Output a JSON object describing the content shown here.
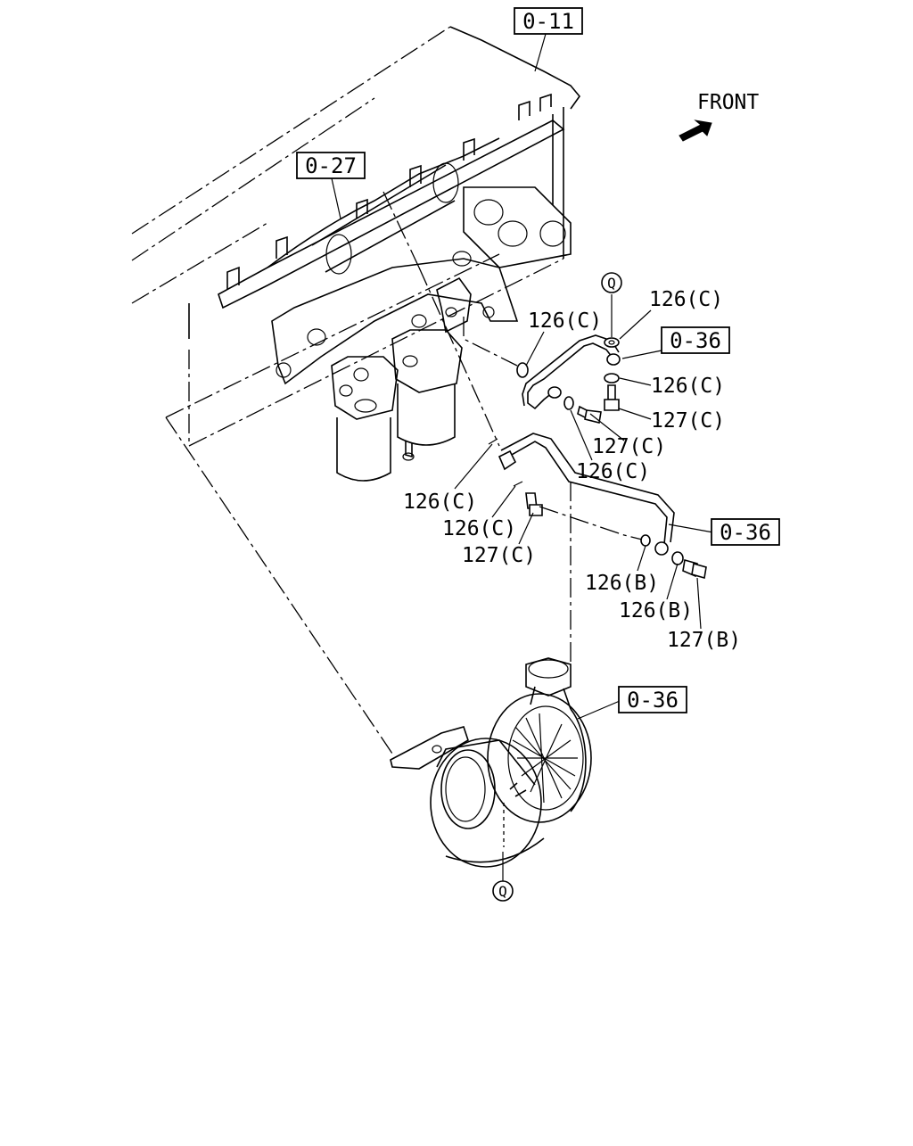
{
  "direction": {
    "text": "FRONT"
  },
  "refs": {
    "ref_0_11": "0-11",
    "ref_0_27": "0-27",
    "ref_0_36_a": "0-36",
    "ref_0_36_b": "0-36",
    "ref_0_36_c": "0-36"
  },
  "connectors": {
    "top": "Q",
    "bottom": "Q"
  },
  "callouts": {
    "c1": "126(C)",
    "c2": "126(C)",
    "c3": "126(C)",
    "c4": "127(C)",
    "c5": "127(C)",
    "c6": "126(C)",
    "c7": "126(C)",
    "c8": "126(C)",
    "c9": "127(C)",
    "c10": "126(B)",
    "c11": "126(B)",
    "c12": "127(B)"
  }
}
